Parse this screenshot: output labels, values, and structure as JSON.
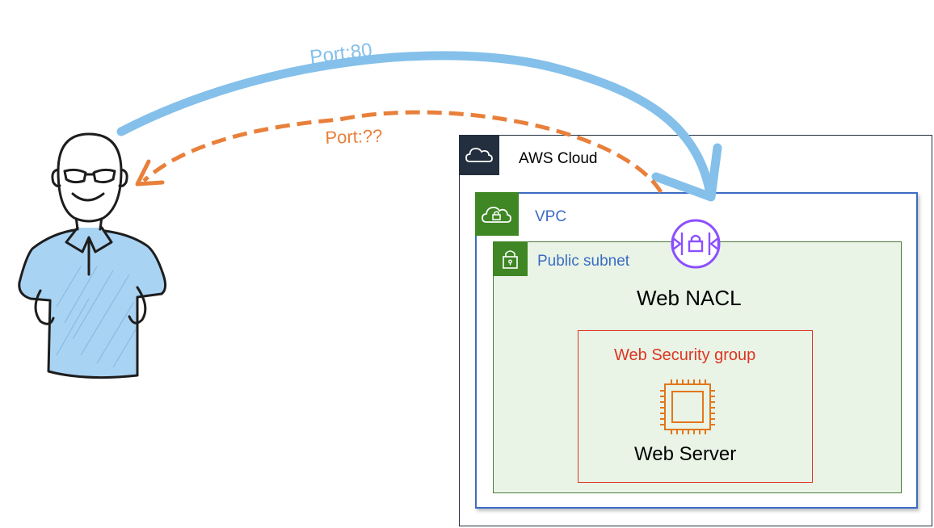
{
  "arrows": {
    "request_label": "Port:80",
    "response_label": "Port:??"
  },
  "aws_cloud": {
    "label": "AWS Cloud",
    "icon": "cloud-icon"
  },
  "vpc": {
    "label": "VPC",
    "icon": "cloud-lock-icon"
  },
  "subnet": {
    "label": "Public subnet",
    "icon": "padlock-icon"
  },
  "nacl": {
    "label": "Web NACL",
    "icon": "network-acl-icon"
  },
  "security_group": {
    "label": "Web Security group"
  },
  "server": {
    "label": "Web Server",
    "icon": "ec2-instance-chip-icon"
  },
  "colors": {
    "request_arrow": "#84c0ea",
    "response_arrow": "#e8803b",
    "aws_cloud_border": "#232f3e",
    "vpc_border": "#3b6cc4",
    "vpc_badge": "#3f8624",
    "subnet_fill": "#e9f4e6",
    "subnet_border": "#4b7a3a",
    "security_group": "#dd3522",
    "nacl_icon": "#8c4fff",
    "server_icon": "#e3761b",
    "person_shirt": "#a9d3f3"
  }
}
